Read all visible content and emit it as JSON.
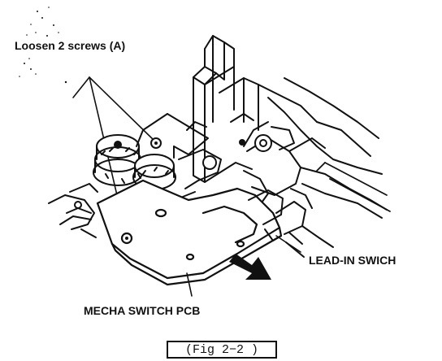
{
  "labels": {
    "screws": "Loosen 2 screws (A)",
    "lead_in_switch": "LEAD-IN SWICH",
    "mecha_switch_pcb": "MECHA SWITCH PCB"
  },
  "figure": {
    "caption": "(Fig 2−2 )"
  },
  "colors": {
    "ink": "#111111",
    "paper": "#ffffff"
  }
}
